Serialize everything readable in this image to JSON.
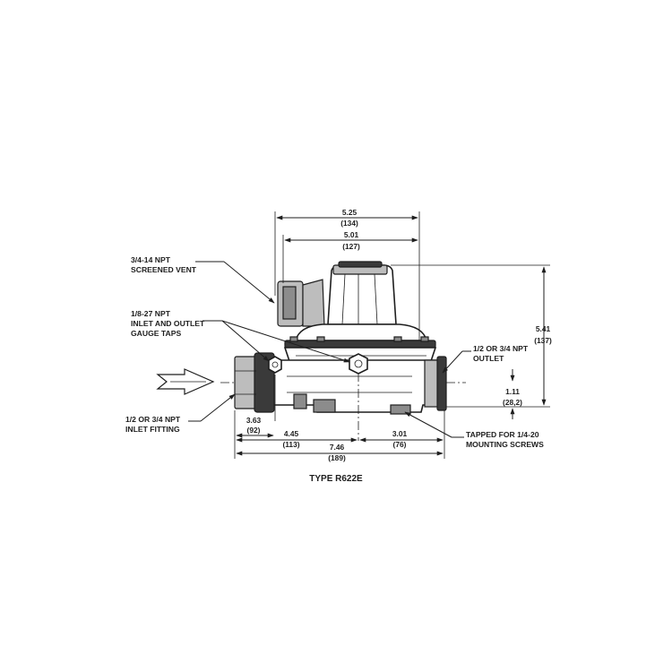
{
  "diagram": {
    "caption": "TYPE R622E",
    "labels": {
      "vent_line1": "3/4-14 NPT",
      "vent_line2": "SCREENED VENT",
      "taps_line1": "1/8-27 NPT",
      "taps_line2": "INLET AND OUTLET",
      "taps_line3": "GAUGE TAPS",
      "outlet_line1": "1/2 OR 3/4 NPT",
      "outlet_line2": "OUTLET",
      "inlet_line1": "1/2 OR 3/4 NPT",
      "inlet_line2": "INLET FITTING",
      "mount_line1": "TAPPED FOR 1/4-20",
      "mount_line2": "MOUNTING SCREWS"
    },
    "dimensions": {
      "overall_width": {
        "in": "5.25",
        "mm": "(134)"
      },
      "body_width": {
        "in": "5.01",
        "mm": "(127)"
      },
      "height": {
        "in": "5.41",
        "mm": "(137)"
      },
      "outlet_offset": {
        "in": "1.11",
        "mm": "(28,2)"
      },
      "inlet_to_tap": {
        "in": "3.63",
        "mm": "(92)"
      },
      "inlet_to_center": {
        "in": "4.45",
        "mm": "(113)"
      },
      "overall_length": {
        "in": "7.46",
        "mm": "(189)"
      },
      "center_to_outlet": {
        "in": "3.01",
        "mm": "(76)"
      }
    }
  }
}
